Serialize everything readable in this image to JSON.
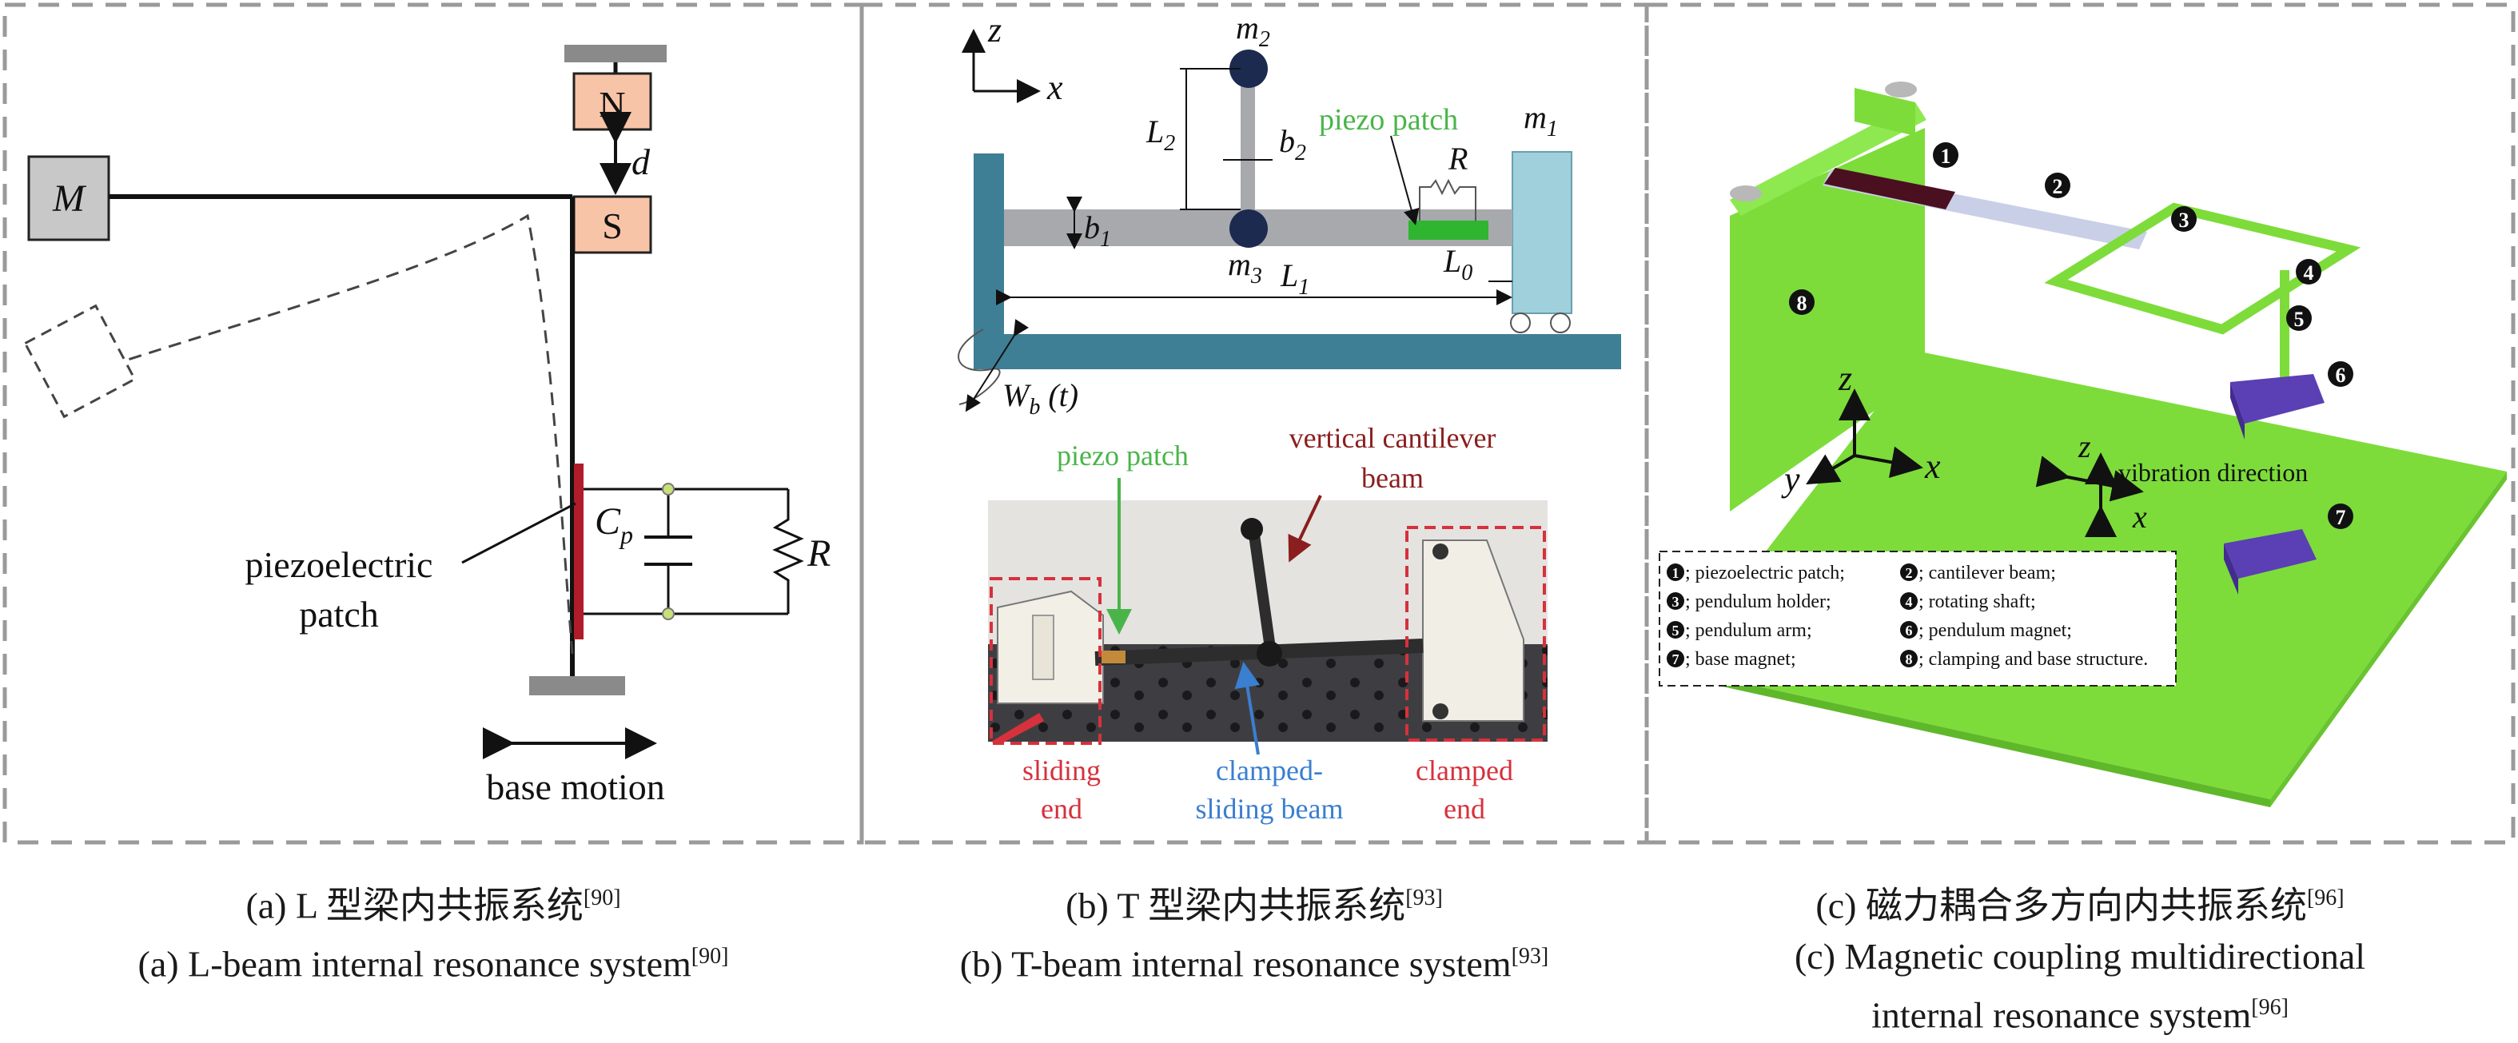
{
  "panel_a": {
    "mass_label": "M",
    "magnet_n": "N",
    "magnet_s": "S",
    "distance_label": "d",
    "capacitance_label": "C",
    "capacitance_sub": "p",
    "resistance_label": "R",
    "patch_label_line1": "piezoelectric",
    "patch_label_line2": "patch",
    "base_motion_label": "base motion"
  },
  "panel_b": {
    "axis_z": "z",
    "axis_x": "x",
    "m1_base": "m",
    "m1_sub": "1",
    "m2_base": "m",
    "m2_sub": "2",
    "m3_base": "m",
    "m3_sub": "3",
    "L1_base": "L",
    "L1_sub": "1",
    "L2_base": "L",
    "L2_sub": "2",
    "L0_base": "L",
    "L0_sub": "0",
    "b1_base": "b",
    "b1_sub": "1",
    "b2_base": "b",
    "b2_sub": "2",
    "R_label": "R",
    "piezo_patch_top": "piezo patch",
    "wb_base": "W",
    "wb_sub": "b",
    "wb_arg": " (t)",
    "photo_piezo_patch": "piezo patch",
    "photo_vertical_line1": "vertical cantilever",
    "photo_vertical_line2": "beam",
    "photo_sliding_line1": "sliding",
    "photo_sliding_line2": "end",
    "photo_clamped_sliding_line1": "clamped-",
    "photo_clamped_sliding_line2": "sliding beam",
    "photo_clamped_line1": "clamped",
    "photo_clamped_line2": "end"
  },
  "panel_c": {
    "axis_z": "z",
    "axis_y": "y",
    "axis_x": "x",
    "vib_z": "z",
    "vib_x": "x",
    "vibration_label": "vibration direction",
    "markers": [
      "1",
      "2",
      "3",
      "4",
      "5",
      "6",
      "7",
      "8"
    ],
    "legend": [
      {
        "num": "1",
        "text": "; piezoelectric patch;"
      },
      {
        "num": "2",
        "text": "; cantilever beam;"
      },
      {
        "num": "3",
        "text": "; pendulum holder;"
      },
      {
        "num": "4",
        "text": "; rotating shaft;"
      },
      {
        "num": "5",
        "text": "; pendulum arm;"
      },
      {
        "num": "6",
        "text": "; pendulum magnet;"
      },
      {
        "num": "7",
        "text": "; base magnet;"
      },
      {
        "num": "8",
        "text": "; clamping and base structure."
      }
    ]
  },
  "captions": {
    "a_cn": "(a) L 型梁内共振系统",
    "a_cn_ref": "[90]",
    "a_en": "(a) L-beam internal resonance system",
    "a_en_ref": "[90]",
    "b_cn": "(b) T 型梁内共振系统",
    "b_cn_ref": "[93]",
    "b_en": "(b) T-beam internal resonance system",
    "b_en_ref": "[93]",
    "c_cn": "(c) 磁力耦合多方向内共振系统",
    "c_cn_ref": "[96]",
    "c_en_line1": "(c) Magnetic coupling multidirectional",
    "c_en_line2": "internal resonance system",
    "c_en_ref": "[96]"
  },
  "colors": {
    "panel_border": "#9a9a9a",
    "mass_fill": "#c8c8c8",
    "magnet_fill": "#f8c4a8",
    "patch_red": "#b01c2a",
    "teal": "#3f7f95",
    "beam_grey": "#a7a9ad",
    "light_blue": "#9fd0dc",
    "navy": "#1c2a50",
    "piezo_green": "#2fb52f",
    "structure_green": "#7ddc3a",
    "magnet_purple": "#5b3fb5",
    "label_green": "#4cc24c",
    "label_darkred": "#8b1e1e",
    "label_red": "#d6313c",
    "label_blue": "#3a7fd0"
  }
}
